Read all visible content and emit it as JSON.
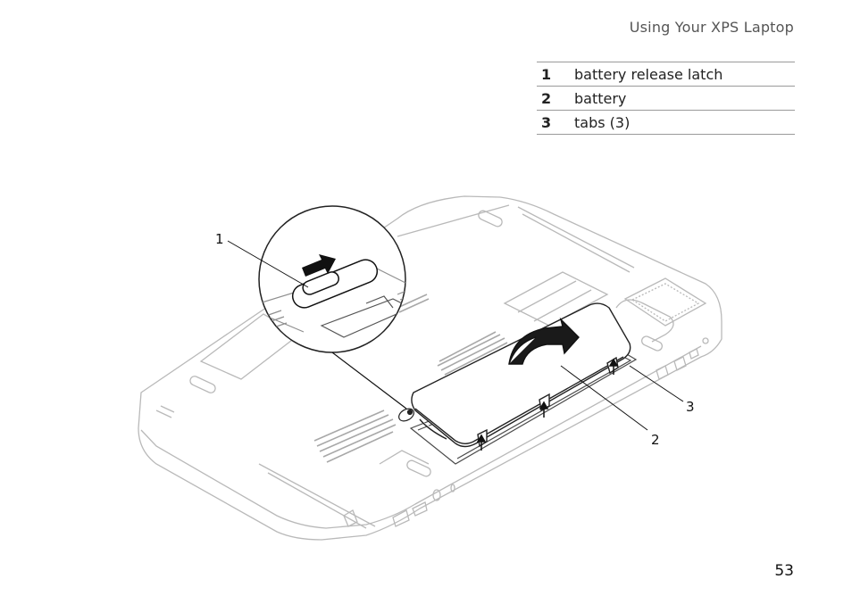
{
  "header": {
    "title": "Using Your XPS Laptop"
  },
  "legend": {
    "rows": [
      {
        "num": "1",
        "label": "battery release latch"
      },
      {
        "num": "2",
        "label": "battery"
      },
      {
        "num": "3",
        "label": "tabs (3)"
      }
    ]
  },
  "figure": {
    "callouts": {
      "c1": "1",
      "c2": "2",
      "c3": "3"
    }
  },
  "page_number": "53"
}
